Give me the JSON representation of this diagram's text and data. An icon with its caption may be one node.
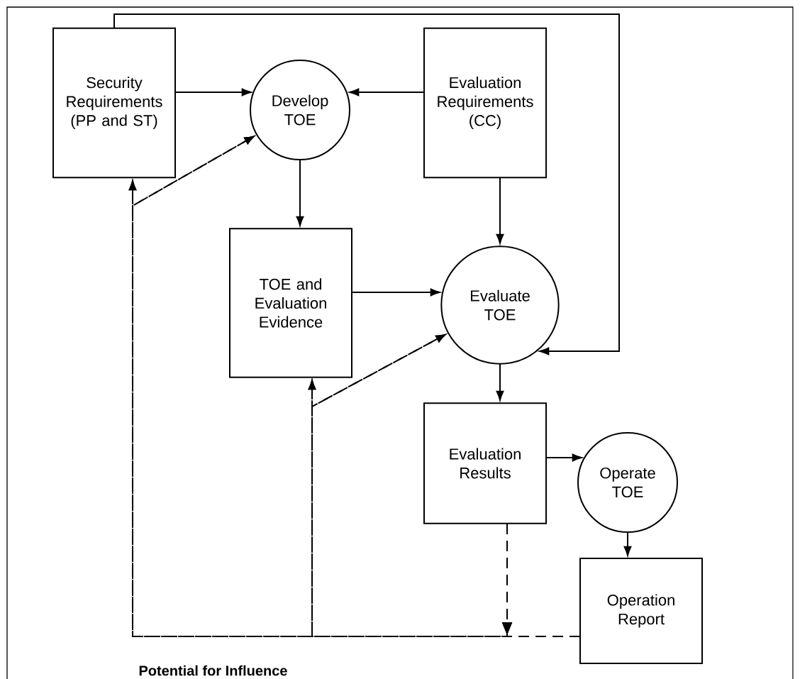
{
  "diagram": {
    "nodes": [
      {
        "text": [
          "Security Requirements (PP and ST)"
        ]
      },
      {
        "text": [
          "Develop TOE"
        ]
      },
      {
        "text": [
          "Evaluation Requirements (CC)"
        ]
      },
      {
        "text": [
          "TOE and Evaluation Evidence"
        ]
      },
      {
        "text": [
          "Evaluate TOE"
        ]
      },
      {
        "text": [
          "Evaluation Results"
        ]
      },
      {
        "text": [
          "Operate TOE"
        ]
      },
      {
        "text": [
          "Operation Report"
        ]
      }
    ],
    "edges": [
      {
        "from": 0,
        "to": 1,
        "arrow": "to"
      },
      {
        "from": 2,
        "to": 1,
        "arrow": "to"
      },
      {
        "from": 1,
        "to": 3,
        "arrow": "to"
      },
      {
        "from": 2,
        "to": 4,
        "arrow": "to"
      },
      {
        "from": 0,
        "to": 4,
        "arrow": "to"
      },
      {
        "from": 3,
        "to": 4,
        "arrow": "to"
      },
      {
        "from": 4,
        "to": 5,
        "arrow": "to"
      },
      {
        "from": 5,
        "to": 6,
        "arrow": "to"
      },
      {
        "from": 6,
        "to": 7,
        "arrow": "to"
      },
      {
        "from": 7,
        "to": 0,
        "arrow": "to",
        "style": "dashed"
      },
      {
        "from": 7,
        "to": 1,
        "arrow": "to",
        "style": "dashed"
      },
      {
        "from": 7,
        "to": 3,
        "arrow": "to",
        "style": "dashed"
      },
      {
        "from": 7,
        "to": 4,
        "arrow": "to",
        "style": "dashed"
      },
      {
        "from": 5,
        "to": 0,
        "arrow": "to",
        "style": "dashed"
      },
      {
        "from": 5,
        "to": 1,
        "arrow": "to",
        "style": "dashed"
      },
      {
        "from": 5,
        "to": 3,
        "arrow": "to",
        "style": "dashed"
      },
      {
        "from": 5,
        "to": 4,
        "arrow": "to",
        "style": "dashed"
      }
    ],
    "labels": [
      "Potential for Influence"
    ]
  }
}
